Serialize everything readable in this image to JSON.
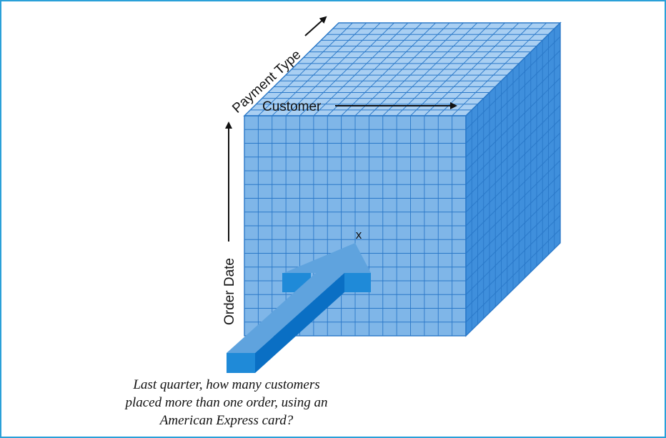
{
  "axes": {
    "vertical": "Order Date",
    "horizontal": "Customer",
    "depth": "Payment Type"
  },
  "marker": "x",
  "caption": [
    "Last quarter, how many customers",
    "placed more than one order, using an",
    "American Express card?"
  ],
  "colors": {
    "border": "#2aa0d8",
    "cube_front": "#7fb6e8",
    "cube_top": "#a9cff2",
    "cube_side": "#3f8fdc",
    "grid_line": "#2a78c8",
    "arrow_top": "#5fa3de",
    "arrow_side": "#0a6fc4",
    "arrow_end": "#1f8ad8"
  }
}
